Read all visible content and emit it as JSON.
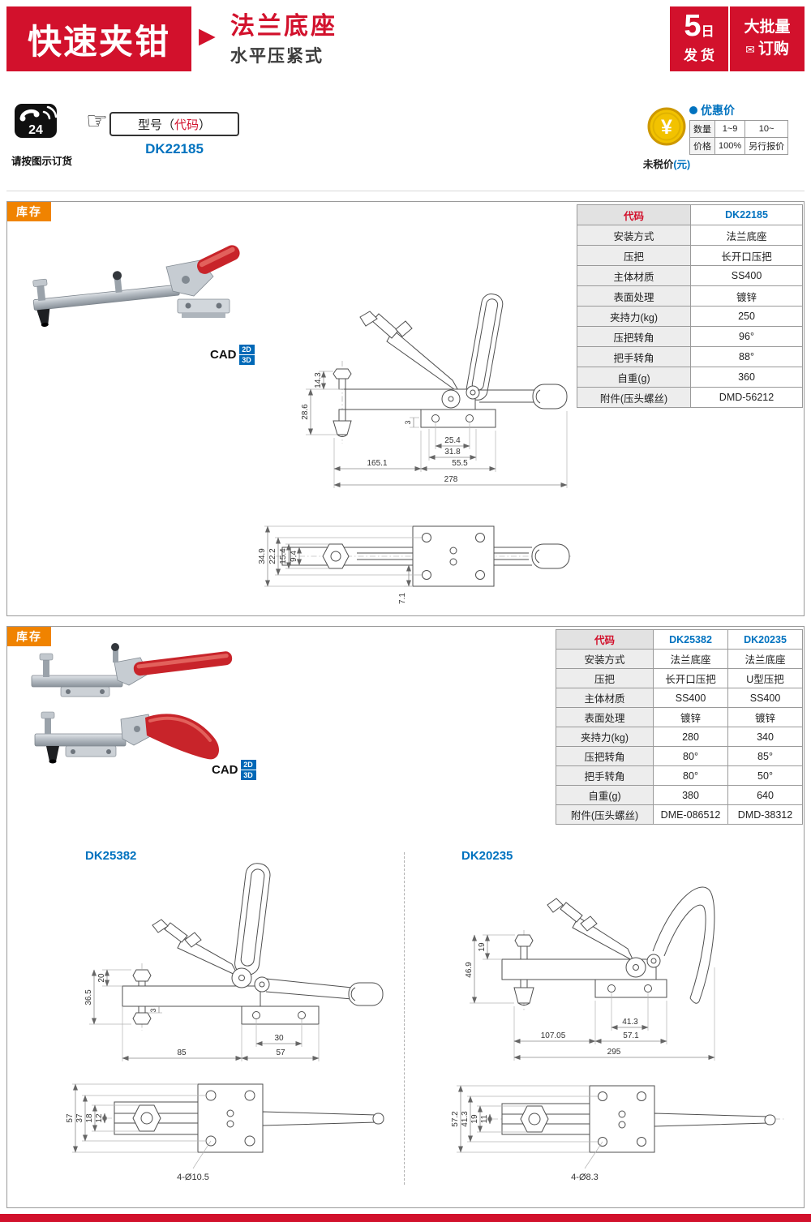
{
  "colors": {
    "red": "#d2112c",
    "blue": "#0072bf",
    "orange": "#f08300",
    "cad_blue": "#0068b7",
    "gold": "#f2c200"
  },
  "header": {
    "title": "快速夹钳",
    "arrow": "▶",
    "subtitle1": "法兰底座",
    "subtitle2": "水平压紧式",
    "ship_badge": {
      "num": "5",
      "unit": "日",
      "label": "发货"
    },
    "bulk_badge": {
      "line1": "大批量",
      "icon": "✉",
      "line2": "订购"
    }
  },
  "order": {
    "phone_badge": "24",
    "hand_icon": "☞",
    "model_label_pre": "型号（",
    "model_label_code": "代码",
    "model_label_post": "）",
    "model_code": "DK22185",
    "note": "请按图示订货",
    "promo_label": "优惠价",
    "yen": "¥",
    "price_table": {
      "r1": [
        "数量",
        "1~9",
        "10~"
      ],
      "r2": [
        "价格",
        "100%",
        "另行报价"
      ]
    },
    "tax_note_main": "未税价",
    "tax_note_unit": "(元)"
  },
  "section1": {
    "stock": "库存",
    "cad": {
      "label": "CAD",
      "d2": "2D",
      "d3": "3D"
    },
    "table": {
      "code_label": "代码",
      "codes": [
        "DK22185"
      ],
      "rows": [
        {
          "label": "安装方式",
          "v": [
            "法兰底座"
          ]
        },
        {
          "label": "压把",
          "v": [
            "长开口压把"
          ]
        },
        {
          "label": "主体材质",
          "v": [
            "SS400"
          ]
        },
        {
          "label": "表面处理",
          "v": [
            "镀锌"
          ]
        },
        {
          "label": "夹持力(kg)",
          "v": [
            "250"
          ]
        },
        {
          "label": "压把转角",
          "v": [
            "96°"
          ]
        },
        {
          "label": "把手转角",
          "v": [
            "88°"
          ]
        },
        {
          "label": "自重(g)",
          "v": [
            "360"
          ]
        },
        {
          "label": "附件(压头螺丝)",
          "v": [
            "DMD-56212"
          ]
        }
      ]
    },
    "front_dims": {
      "v": [
        "14.3",
        "28.6",
        "3"
      ],
      "h": [
        "25.4",
        "31.8",
        "55.5",
        "165.1",
        "278"
      ]
    },
    "side_dims": {
      "v": [
        "34.9",
        "22.2",
        "15.4",
        "9.4"
      ],
      "b": [
        "7.1"
      ]
    }
  },
  "section2": {
    "stock": "库存",
    "cad": {
      "label": "CAD",
      "d2": "2D",
      "d3": "3D"
    },
    "table": {
      "code_label": "代码",
      "codes": [
        "DK25382",
        "DK20235"
      ],
      "rows": [
        {
          "label": "安装方式",
          "v": [
            "法兰底座",
            "法兰底座"
          ]
        },
        {
          "label": "压把",
          "v": [
            "长开口压把",
            "U型压把"
          ]
        },
        {
          "label": "主体材质",
          "v": [
            "SS400",
            "SS400"
          ]
        },
        {
          "label": "表面处理",
          "v": [
            "镀锌",
            "镀锌"
          ]
        },
        {
          "label": "夹持力(kg)",
          "v": [
            "280",
            "340"
          ]
        },
        {
          "label": "压把转角",
          "v": [
            "80°",
            "85°"
          ]
        },
        {
          "label": "把手转角",
          "v": [
            "80°",
            "50°"
          ]
        },
        {
          "label": "自重(g)",
          "v": [
            "380",
            "640"
          ]
        },
        {
          "label": "附件(压头螺丝)",
          "v": [
            "DME-086512",
            "DMD-38312"
          ]
        }
      ]
    },
    "dk25382": {
      "label": "DK25382",
      "front_dims": {
        "v": [
          "20",
          "36.5",
          "3"
        ],
        "h": [
          "30",
          "57",
          "85"
        ]
      },
      "bottom_dims": {
        "v": [
          "57",
          "37",
          "18",
          "12"
        ],
        "note": "4-Ø10.5"
      }
    },
    "dk20235": {
      "label": "DK20235",
      "front_dims": {
        "v": [
          "19",
          "46.9"
        ],
        "h": [
          "41.3",
          "57.1",
          "107.05",
          "295"
        ]
      },
      "bottom_dims": {
        "v": [
          "57.2",
          "41.3",
          "19",
          "11"
        ],
        "note": "4-Ø8.3"
      }
    }
  }
}
